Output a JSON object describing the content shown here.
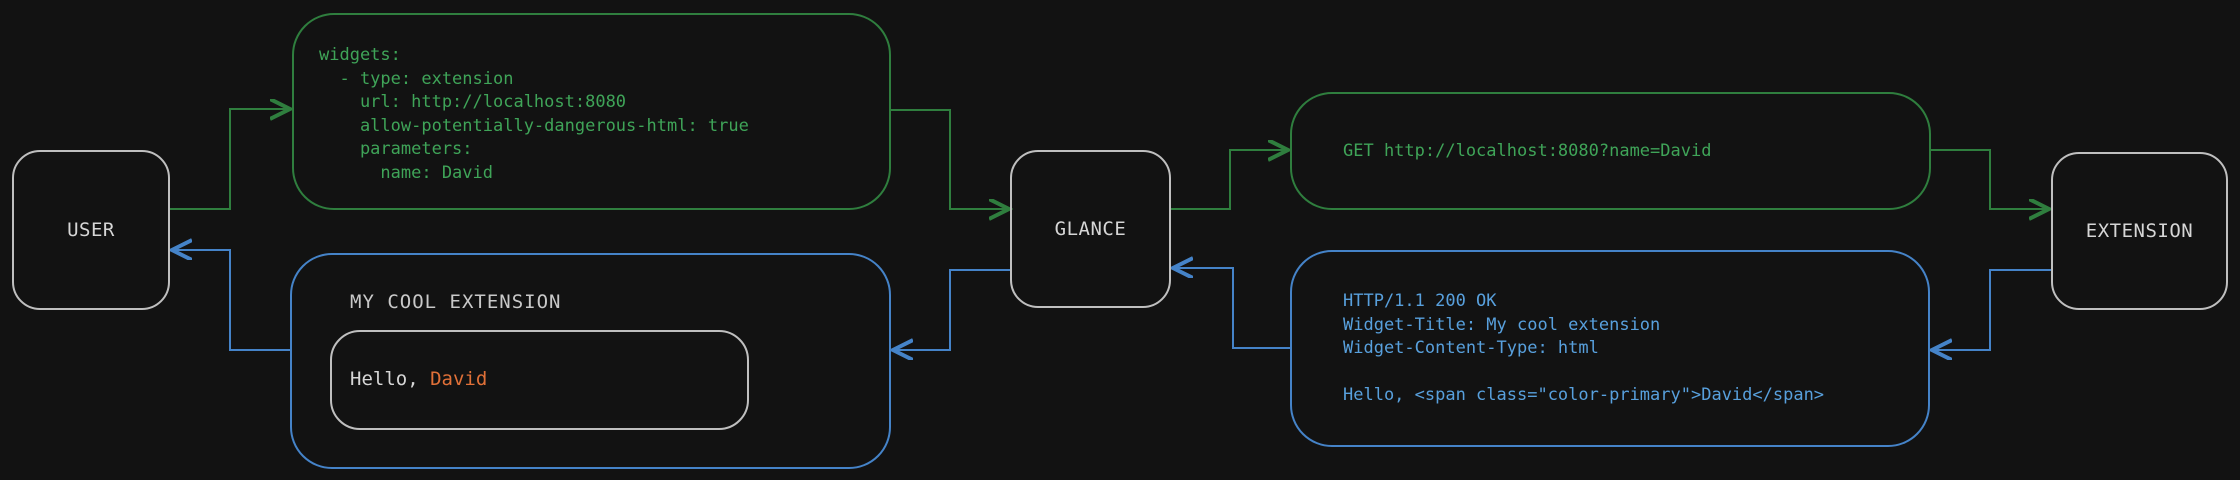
{
  "colors": {
    "background": "#121212",
    "green": "#2f7e3e",
    "green_text": "#3fa458",
    "blue": "#4583c8",
    "blue_text": "#58a0dd",
    "gray_border": "#bfbfbf",
    "gray_text": "#d6d6d6",
    "title_text": "#c9c9c9",
    "orange": "#e07038"
  },
  "nodes": {
    "user": {
      "label": "USER"
    },
    "glance": {
      "label": "GLANCE"
    },
    "extension": {
      "label": "EXTENSION"
    }
  },
  "config_box": {
    "lines": [
      "widgets:",
      "  - type: extension",
      "    url: http://localhost:8080",
      "    allow-potentially-dangerous-html: true",
      "    parameters:",
      "      name: David"
    ]
  },
  "request_box": {
    "text": "GET http://localhost:8080?name=David"
  },
  "response_box": {
    "lines": [
      "HTTP/1.1 200 OK",
      "Widget-Title: My cool extension",
      "Widget-Content-Type: html",
      "",
      "Hello, <span class=\"color-primary\">David</span>"
    ]
  },
  "widget_preview": {
    "title": "MY COOL EXTENSION",
    "greeting_prefix": "Hello, ",
    "greeting_name": "David"
  }
}
